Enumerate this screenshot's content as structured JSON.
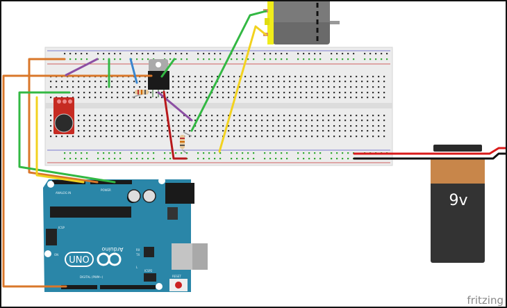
{
  "battery": {
    "label": "9v",
    "colors": {
      "cap": "#c8864a",
      "body": "#333333"
    }
  },
  "arduino": {
    "logo_text": "UNO",
    "brand": "Arduino",
    "labels": {
      "rx": "RX",
      "tx": "TX",
      "l": "L",
      "on": "ON",
      "reset": "RESET",
      "icsp": "ICSP",
      "icsp2": "ICSP2",
      "power": "POWER",
      "analog": "ANALOG IN",
      "digital": "DIGITAL (PWM~)"
    },
    "board_color": "#2a86a8"
  },
  "watermark": "fritzing",
  "wire_colors": {
    "orange": "#d9772a",
    "green": "#33b843",
    "yellow": "#f2d21f",
    "purple": "#8c4fa3",
    "blue": "#3a86cf",
    "red": "#b8191c",
    "black": "#111111"
  }
}
